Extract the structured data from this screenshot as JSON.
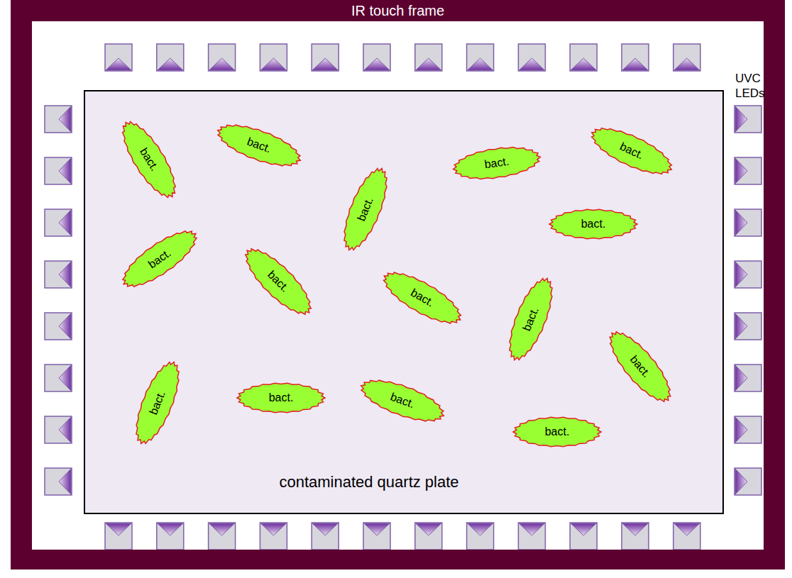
{
  "diagram": {
    "nodes": [
      {
        "text": [
          "IR touch frame"
        ]
      },
      {
        "text": [
          "contaminated quartz plate"
        ],
        "in": 0
      },
      {
        "text": [
          "bact."
        ],
        "in": 1
      },
      {
        "text": [
          "bact."
        ],
        "in": 1
      },
      {
        "text": [
          "bact."
        ],
        "in": 1
      },
      {
        "text": [
          "bact."
        ],
        "in": 1
      },
      {
        "text": [
          "bact."
        ],
        "in": 1
      },
      {
        "text": [
          "bact."
        ],
        "in": 1
      },
      {
        "text": [
          "bact."
        ],
        "in": 1
      },
      {
        "text": [
          "bact."
        ],
        "in": 1
      },
      {
        "text": [
          "bact."
        ],
        "in": 1
      },
      {
        "text": [
          "bact."
        ],
        "in": 1
      },
      {
        "text": [
          "bact."
        ],
        "in": 1
      },
      {
        "text": [
          "bact."
        ],
        "in": 1
      },
      {
        "text": [
          "bact."
        ],
        "in": 1
      },
      {
        "text": [
          "bact."
        ],
        "in": 1
      },
      {
        "text": [
          "bact."
        ],
        "in": 1
      }
    ],
    "labels": [
      "UVC LEDs"
    ]
  }
}
